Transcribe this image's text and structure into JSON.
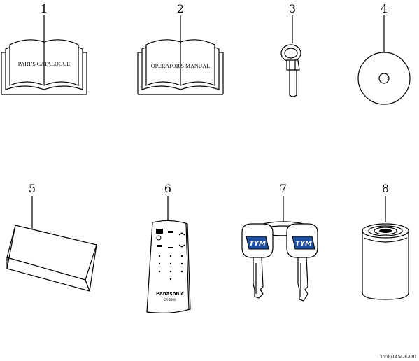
{
  "items": [
    {
      "number": "1",
      "label": "PART'S CATALOGUE",
      "icon": "book-icon"
    },
    {
      "number": "2",
      "label": "OPERATOR'S MANUAL",
      "icon": "book-icon"
    },
    {
      "number": "3",
      "icon": "grease-nipple-icon"
    },
    {
      "number": "4",
      "icon": "disc-icon"
    },
    {
      "number": "5",
      "icon": "block-icon"
    },
    {
      "number": "6",
      "icon": "remote-control-icon",
      "brand": "Panasonic",
      "model": "CR-6000"
    },
    {
      "number": "7",
      "icon": "keys-icon",
      "logo": "TYM"
    },
    {
      "number": "8",
      "icon": "oil-filter-icon"
    }
  ],
  "drawing_code": "T558/T454-E-901"
}
